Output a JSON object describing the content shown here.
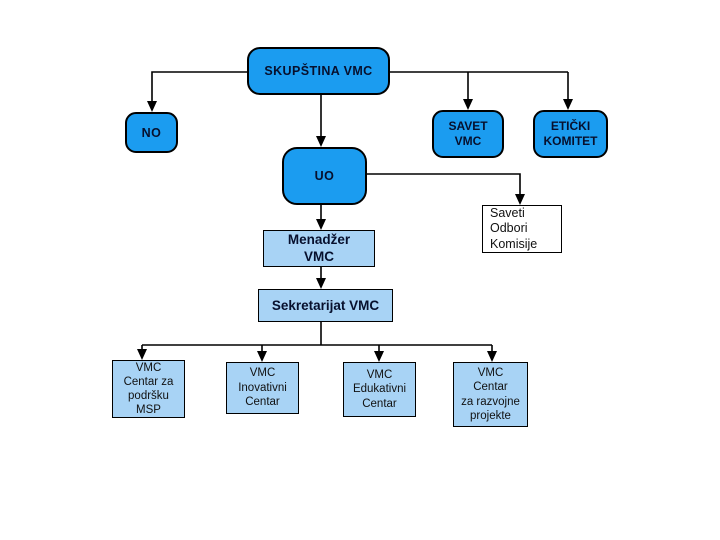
{
  "diagram": {
    "type": "org-chart",
    "colors": {
      "node_fill": "#1b9cf0",
      "node_fill_light": "#a8d3f5",
      "plain_fill": "#ffffff",
      "line": "#000000",
      "background": "#ffffff"
    },
    "nodes": {
      "skupstina": {
        "label": "SKUPŠTINA VMC"
      },
      "no": {
        "label": "NO"
      },
      "savet": {
        "label": "SAVET\nVMC"
      },
      "eticki": {
        "label": "ETIČKI\nKOMITET"
      },
      "uo": {
        "label": "UO"
      },
      "saveti_odbori": {
        "label": "Saveti\nOdbori\nKomisije"
      },
      "menadzer": {
        "label": "Menadžer\nVMC"
      },
      "sekretarijat": {
        "label": "Sekretarijat VMC"
      },
      "centar_msp": {
        "label": "VMC\nCentar za\npodršku\nMSP"
      },
      "inovativni": {
        "label": "VMC\nInovativni\nCentar"
      },
      "edukativni": {
        "label": "VMC\nEdukativni\nCentar"
      },
      "razvojni": {
        "label": "VMC\nCentar\nza razvojne\nprojekte"
      }
    },
    "edges": [
      "skupstina->no",
      "skupstina->uo",
      "skupstina->savet",
      "skupstina->eticki",
      "uo->saveti_odbori",
      "uo->menadzer",
      "menadzer->sekretarijat",
      "sekretarijat->centar_msp",
      "sekretarijat->inovativni",
      "sekretarijat->edukativni",
      "sekretarijat->razvojni"
    ]
  }
}
